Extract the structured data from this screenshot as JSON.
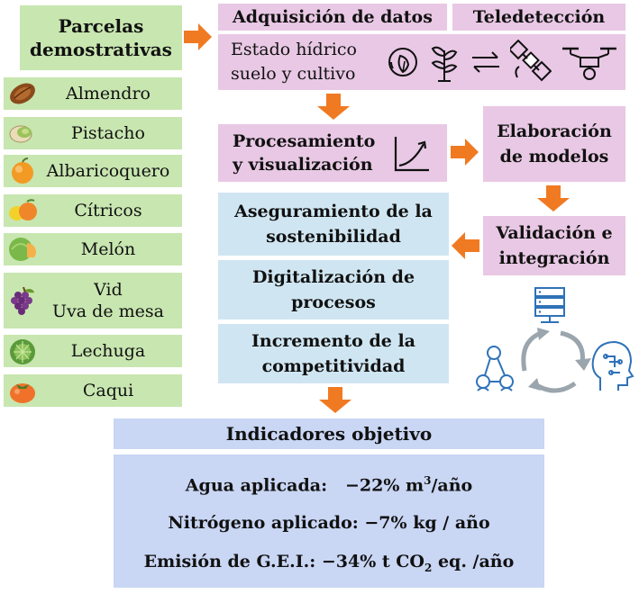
{
  "parcelas": {
    "title_line1": "Parcelas",
    "title_line2": "demostrativas"
  },
  "crops": [
    {
      "label": "Almendro",
      "icon": "almond-icon"
    },
    {
      "label": "Pistacho",
      "icon": "pistachio-icon"
    },
    {
      "label": "Albaricoquero",
      "icon": "apricot-icon"
    },
    {
      "label": "Cítricos",
      "icon": "citrus-icon"
    },
    {
      "label": "Melón",
      "icon": "melon-icon"
    },
    {
      "label_line1": "Vid",
      "label_line2": "Uva de mesa",
      "icon": "grapes-icon"
    },
    {
      "label": "Lechuga",
      "icon": "lettuce-icon"
    },
    {
      "label": "Caqui",
      "icon": "persimmon-icon"
    }
  ],
  "adquisicion": {
    "title": "Adquisición de datos",
    "subtitle": "Teledetección",
    "body_line1": "Estado hídrico",
    "body_line2": "suelo y cultivo"
  },
  "procesamiento": {
    "line1": "Procesamiento",
    "line2": "y visualización"
  },
  "elaboracion": {
    "line1": "Elaboración",
    "line2": "de modelos"
  },
  "validacion": {
    "line1": "Validación e",
    "line2": "integración"
  },
  "aseguramiento": {
    "line1": "Aseguramiento de la",
    "line2": "sostenibilidad"
  },
  "digitalizacion": {
    "line1": "Digitalización de",
    "line2": "procesos"
  },
  "incremento": {
    "line1": "Incremento de la",
    "line2": "competitividad"
  },
  "indicadores": {
    "title": "Indicadores objetivo",
    "agua_label": "Agua aplicada:",
    "agua_value": "−22% m",
    "agua_sup": "3",
    "agua_unit": "/año",
    "nitrogeno_label": "Nitrógeno aplicado:",
    "nitrogeno_value": "−7% kg / año",
    "emision_label": "Emisión de G.E.I.:",
    "emision_value": "−34% t CO",
    "emision_sub": "2",
    "emision_unit": " eq. /año"
  },
  "colors": {
    "green": "#c8e6b0",
    "pink": "#e8c8e4",
    "light_blue": "#cfe6f2",
    "periwinkle": "#c9d6f4",
    "arrow_orange": "#f07a22",
    "icon_blue": "#2f72b8"
  }
}
